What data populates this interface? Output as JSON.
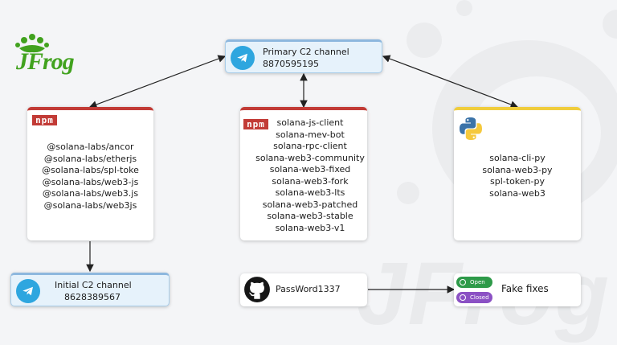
{
  "logo": {
    "text": "JFrog"
  },
  "primary_channel": {
    "title": "Primary C2 channel",
    "id": "8870595195",
    "icon": "telegram-icon"
  },
  "initial_channel": {
    "title": "Initial C2 channel",
    "id": "8628389567",
    "icon": "telegram-icon"
  },
  "npm_left": {
    "logo_text": "npm",
    "packages": [
      "@solana-labs/ancor",
      "@solana-labs/etherjs",
      "@solana-labs/spl-toke",
      "@solana-labs/web3-js",
      "@solana-labs/web3.js",
      "@solana-labs/web3js"
    ]
  },
  "npm_center": {
    "logo_text": "npm",
    "packages": [
      "solana-js-client",
      "solana-mev-bot",
      "solana-rpc-client",
      "solana-web3-community",
      "solana-web3-fixed",
      "solana-web3-fork",
      "solana-web3-lts",
      "solana-web3-patched",
      "solana-web3-stable",
      "solana-web3-v1"
    ]
  },
  "pypi": {
    "icon": "python-icon",
    "packages": [
      "solana-cli-py",
      "solana-web3-py",
      "spl-token-py",
      "solana-web3"
    ]
  },
  "github": {
    "icon": "github-icon",
    "user": "PassWord1337"
  },
  "issues": {
    "open_label": "Open",
    "closed_label": "Closed",
    "title": "Fake fixes"
  },
  "colors": {
    "npm_red": "#c23b36",
    "python_yellow": "#f0cd3c",
    "telegram_blue": "#2ea6df",
    "open_green": "#2e9a49",
    "closed_purple": "#8b51c4",
    "jfrog_green": "#41a21e"
  }
}
